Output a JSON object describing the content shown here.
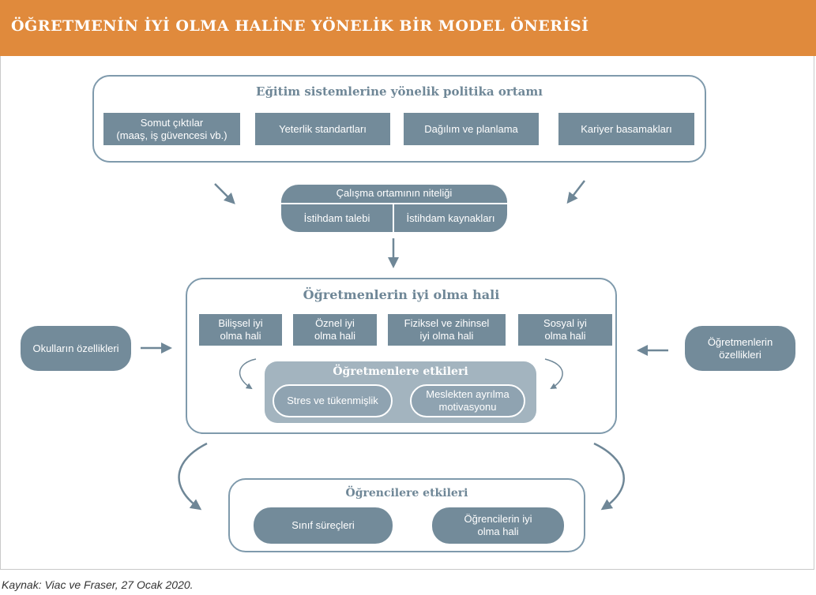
{
  "banner": {
    "title": "ÖĞRETMENİN İYİ OLMA HALİNE YÖNELİK BİR MODEL ÖNERİSİ"
  },
  "policy": {
    "title": "Eğitim sistemlerine yönelik politika ortamı",
    "items": [
      "Somut çıktılar\n(maaş, iş güvencesi vb.)",
      "Yeterlik standartları",
      "Dağılım ve planlama",
      "Kariyer basamakları"
    ]
  },
  "work": {
    "title": "Çalışma ortamının niteliği",
    "left": "İstihdam talebi",
    "right": "İstihdam kaynakları"
  },
  "wellbeing": {
    "title": "Öğretmenlerin iyi olma hali",
    "items": [
      "Bilişsel iyi\nolma hali",
      "Öznel iyi\nolma hali",
      "Fiziksel ve zihinsel\niyi olma hali",
      "Sosyal iyi\nolma hali"
    ],
    "effects_title": "Öğretmenlere etkileri",
    "effects": [
      "Stres ve tükenmişlik",
      "Meslekten ayrılma\nmotivasyonu"
    ]
  },
  "left_side": "Okulların özellikleri",
  "right_side": "Öğretmenlerin\nözellikleri",
  "students": {
    "title": "Öğrencilere etkileri",
    "items": [
      "Sınıf süreçleri",
      "Öğrencilerin iyi\nolma hali"
    ]
  },
  "source": "Kaynak: Viac ve Fraser, 27 Ocak 2020.",
  "colors": {
    "banner": "#e08a3c",
    "box": "#738b9a",
    "outline": "#7f9aac",
    "inner": "#a3b4bf"
  }
}
